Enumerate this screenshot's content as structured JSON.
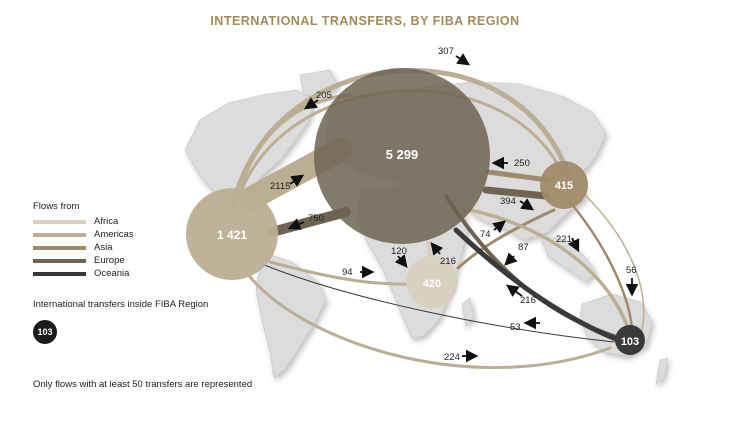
{
  "title": "INTERNATIONAL TRANSFERS, BY FIBA REGION",
  "colors": {
    "Africa": "#d9cfbe",
    "Americas": "#bbae92",
    "Asia": "#a08a68",
    "Europe": "#6f6352",
    "Oceania": "#3a3a3a",
    "map": "#dcdcdc",
    "inside": "#1b1b1b"
  },
  "legend": {
    "title": "Flows from",
    "items": [
      {
        "name": "Africa"
      },
      {
        "name": "Americas"
      },
      {
        "name": "Asia"
      },
      {
        "name": "Europe"
      },
      {
        "name": "Oceania"
      }
    ],
    "inside_label": "International transfers inside FIBA Region",
    "inside_badge": "103"
  },
  "footnote": "Only flows with at least 50 transfers are represented",
  "regions": {
    "europe": {
      "name": "Europe",
      "value": "5 299"
    },
    "americas": {
      "name": "Americas",
      "value": "1 421"
    },
    "asia": {
      "name": "Asia",
      "value": "415"
    },
    "africa": {
      "name": "Africa",
      "value": "420"
    },
    "oceania": {
      "name": "Oceania",
      "value": "103"
    }
  },
  "flows": {
    "americas_to_asia": "307",
    "americas_to_europe_top": "205",
    "americas_to_europe": "2115",
    "europe_to_americas": "750",
    "asia_to_europe": "250",
    "europe_to_asia": "394",
    "americas_to_africa": "94",
    "africa_to_europe_a": "120",
    "africa_to_europe_b": "216",
    "europe_to_africa": "74",
    "asia_to_africa": "87",
    "asia_to_oceania": "221",
    "oceania_to_europe": "216",
    "asia_oceania_right": "56",
    "oceania_to_americas_line": "53",
    "americas_to_oceania": "224"
  }
}
